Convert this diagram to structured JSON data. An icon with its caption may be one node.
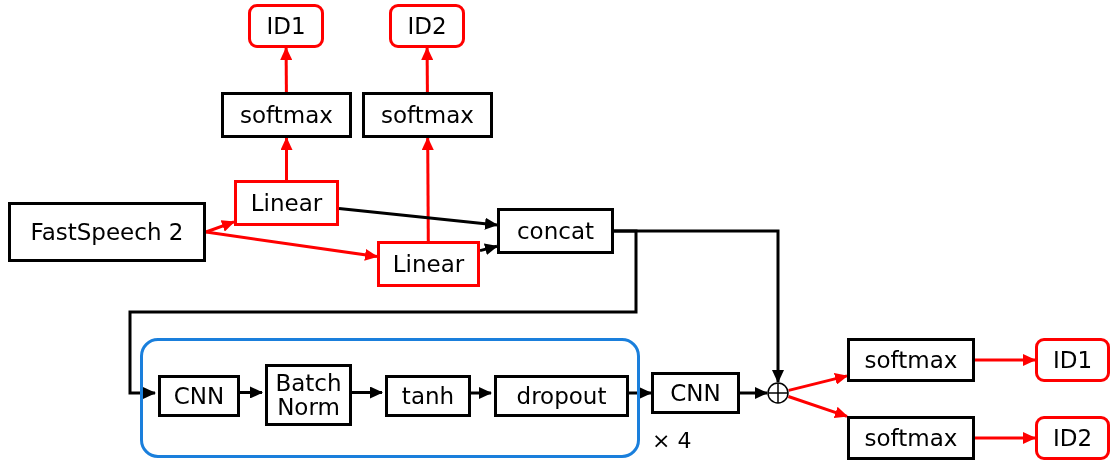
{
  "diagram": {
    "nodes": [
      {
        "text": [
          "ID1"
        ]
      },
      {
        "text": [
          "ID2"
        ]
      },
      {
        "text": [
          "softmax"
        ]
      },
      {
        "text": [
          "softmax"
        ]
      },
      {
        "text": [
          "FastSpeech 2"
        ]
      },
      {
        "text": [
          "Linear"
        ]
      },
      {
        "text": [
          "Linear"
        ]
      },
      {
        "text": [
          "concat"
        ]
      },
      {
        "text": [],
        "shape": "box"
      },
      {
        "text": [
          "CNN"
        ],
        "in": 8
      },
      {
        "text": [
          "Batch Norm"
        ],
        "in": 8
      },
      {
        "text": [
          "tanh"
        ],
        "in": 8
      },
      {
        "text": [
          "dropout"
        ],
        "in": 8
      },
      {
        "text": [
          "CNN"
        ]
      },
      {
        "text": [],
        "shape": "circle"
      },
      {
        "text": [
          "softmax"
        ]
      },
      {
        "text": [
          "ID1"
        ]
      },
      {
        "text": [
          "softmax"
        ]
      },
      {
        "text": [
          "ID2"
        ]
      }
    ],
    "edges": [
      {
        "from": 4,
        "to": 5,
        "arrow": "to"
      },
      {
        "from": 4,
        "to": 6,
        "arrow": "to"
      },
      {
        "from": 5,
        "to": 2,
        "arrow": "to"
      },
      {
        "from": 2,
        "to": 0,
        "arrow": "to"
      },
      {
        "from": 6,
        "to": 3,
        "arrow": "to"
      },
      {
        "from": 3,
        "to": 1,
        "arrow": "to"
      },
      {
        "from": 5,
        "to": 7,
        "arrow": "to",
        "color": "#000000"
      },
      {
        "from": 6,
        "to": 7,
        "arrow": "to",
        "color": "#000000"
      },
      {
        "from": 7,
        "to": 14,
        "arrow": "to",
        "color": "#000000"
      },
      {
        "from": 7,
        "to": 9,
        "arrow": "to",
        "color": "#000000"
      },
      {
        "from": 9,
        "to": 10,
        "arrow": "to",
        "color": "#000000"
      },
      {
        "from": 10,
        "to": 11,
        "arrow": "to",
        "color": "#000000"
      },
      {
        "from": 11,
        "to": 12,
        "arrow": "to",
        "color": "#000000"
      },
      {
        "from": 12,
        "to": 13,
        "arrow": "to",
        "color": "#000000"
      },
      {
        "from": 13,
        "to": 14,
        "arrow": "to",
        "color": "#000000"
      },
      {
        "from": 14,
        "to": 15,
        "arrow": "to"
      },
      {
        "from": 14,
        "to": 17,
        "arrow": "to"
      },
      {
        "from": 15,
        "to": 16,
        "arrow": "to"
      },
      {
        "from": 17,
        "to": 18,
        "arrow": "to"
      }
    ],
    "labels": [
      "× 4"
    ]
  }
}
